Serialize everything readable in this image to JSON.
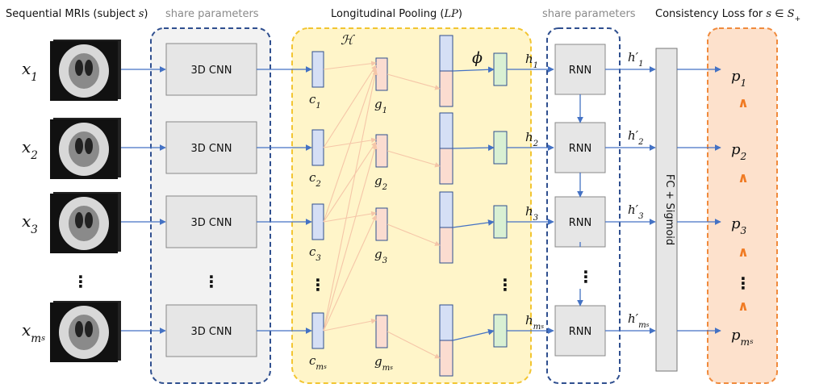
{
  "headers": {
    "sequential": "Sequential MRIs (subject s)",
    "share1": "share parameters",
    "pooling": "Longitudinal Pooling (LP)",
    "share2": "share parameters",
    "consistency": "Consistency Loss for s ∈ S+"
  },
  "inputs": [
    "x1",
    "x2",
    "x3",
    "⋮",
    "xms"
  ],
  "cnn_label": "3D CNN",
  "cnn_dots": "⋮",
  "pool_symbol": "ℋ",
  "phi": "ϕ",
  "c_labels": [
    "c1",
    "c2",
    "c3",
    "cms"
  ],
  "g_labels": [
    "g1",
    "g2",
    "g3",
    "gms"
  ],
  "pool_dots": "⋮",
  "h_labels": [
    "h1",
    "h2",
    "h3",
    "hms"
  ],
  "rnn_label": "RNN",
  "rnn_dots": "⋮",
  "hp_labels": [
    "h′1",
    "h′2",
    "h′3",
    "h′ms"
  ],
  "fc_label": "FC + Sigmoid",
  "outputs": [
    "p1",
    "p2",
    "p3",
    "pms"
  ],
  "order_symbol": "∧",
  "output_dots": "⋮",
  "colors": {
    "blue_border": "#2f4f8f",
    "gray_panel": "#f2f2f2",
    "yellow_panel": "#fff5c9",
    "yellow_border": "#f2c531",
    "orange_panel": "#fde1cc",
    "orange_border": "#f08a3c",
    "cnn_box": "#e6e6e6",
    "blue_cell": "#d5dff5",
    "pink_cell": "#fbdcd0",
    "green_cell": "#d9f0d3",
    "arrow_blue": "#4472c4",
    "arrow_pink": "#f5c6a8",
    "order_orange": "#f07a22"
  }
}
